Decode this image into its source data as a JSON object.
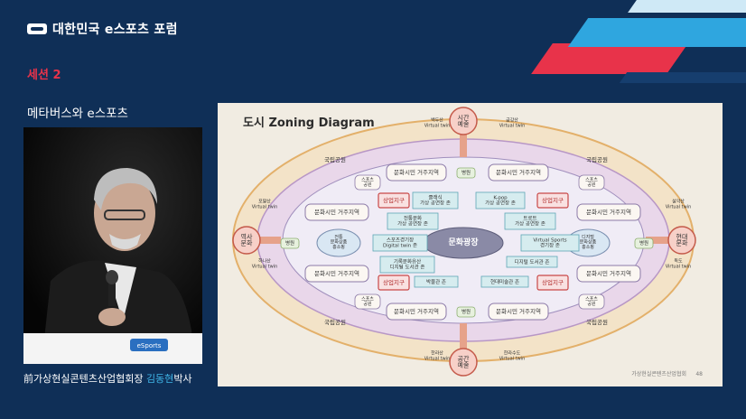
{
  "header": {
    "title": "대한민국 e스포츠 포럼",
    "logo_icon": "forum-logo-icon"
  },
  "session": {
    "label": "세션 2"
  },
  "topic": {
    "title": "메타버스와 e스포츠"
  },
  "speaker": {
    "caption_prefix": "前가상현실콘텐츠산업협회장 ",
    "name": "김동현",
    "caption_suffix": "박사",
    "podium_logo": "eSports"
  },
  "slide": {
    "title": "도시 Zoning Diagram",
    "footer": "가상현실콘텐츠산업협회",
    "page": "48",
    "nodes": {
      "top": "시간\n예술",
      "bottom": "공간\n예술",
      "left": "역사\n문화",
      "right": "현대\n문화",
      "center": "문화광장",
      "left_inner": "전통\n문화상품\n홍소핑",
      "right_inner": "디지털\n문화상품\n홍소핑"
    },
    "districts": {
      "residential": "문화시민 거주지역",
      "commercial": "상업지구",
      "park": "국립공원",
      "hospital": "병원",
      "sports_park": "스포츠\n공원"
    },
    "zones": {
      "classical": "클래식\n가상 공연장 존",
      "kpop": "K-pop\n가상 공연장 존",
      "traditional": "전통문화\n가상 공연장 존",
      "troth": "트로트\n가상 공연장 존",
      "sports_stadium": "스포츠경기장\nDigital twin 존",
      "virtual_sports": "Virtual Sports\n경기장 존",
      "records": "기록문화유산\n디지털 도서관 존",
      "digital_library": "디지털 도서관 존",
      "museum": "박물관 존",
      "art_museum": "현대미술관 존"
    },
    "outer_labels": {
      "north_left": "백두산\nVirtual twin",
      "north_right": "금강산\nVirtual twin",
      "west_top": "포팔산\nVirtual twin",
      "west_bottom": "하나산\nVirtual twin",
      "east_top": "설악산\nVirtual twin",
      "east_bottom": "독도\nVirtual twin",
      "south_left": "한라산\nVirtual twin",
      "south_right": "한라수도\nVirtual twin"
    }
  },
  "colors": {
    "background": "#0f2f57",
    "accent_red": "#e8334a",
    "accent_blue": "#3fb6e8",
    "slide_bg": "#f1ece2"
  }
}
